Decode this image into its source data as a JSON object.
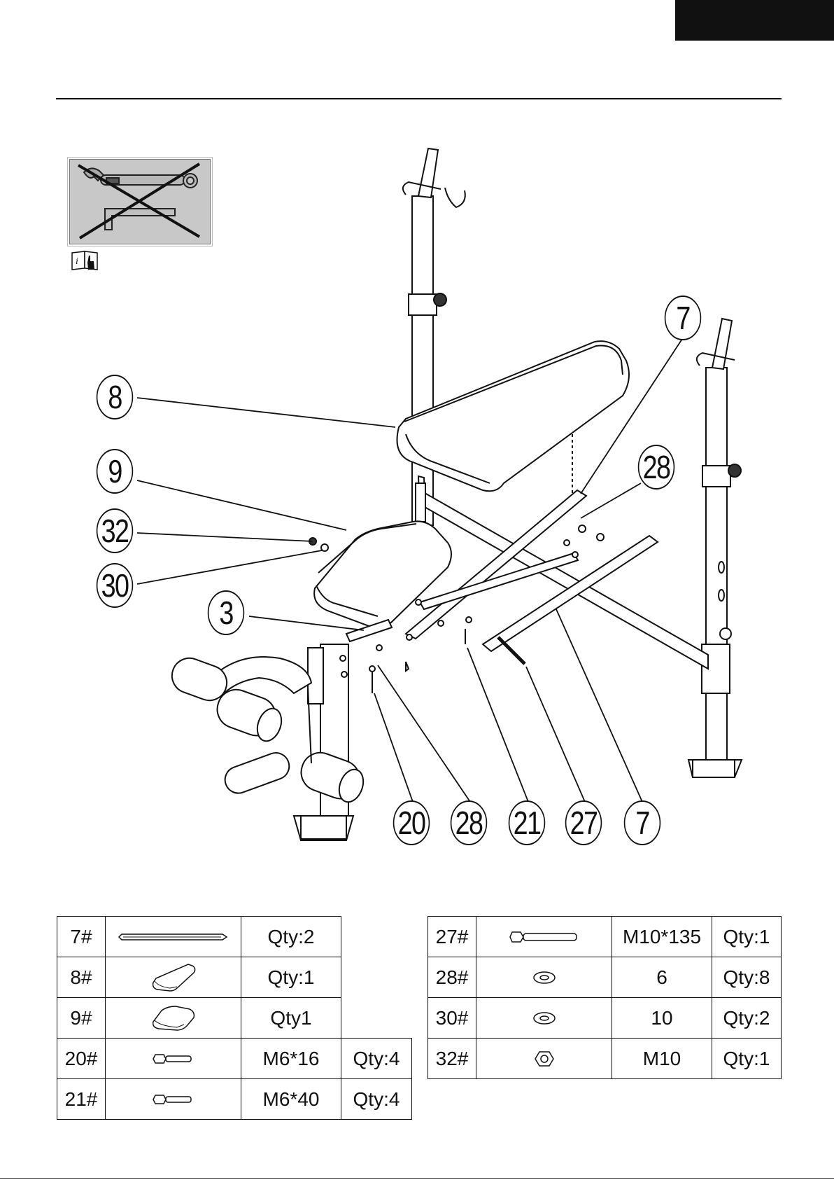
{
  "callouts": [
    {
      "label": "7"
    },
    {
      "label": "8"
    },
    {
      "label": "28"
    },
    {
      "label": "9"
    },
    {
      "label": "32"
    },
    {
      "label": "30"
    },
    {
      "label": "3"
    },
    {
      "label": "20"
    },
    {
      "label": "28"
    },
    {
      "label": "21"
    },
    {
      "label": "27"
    },
    {
      "label": "7"
    }
  ],
  "parts_left": [
    {
      "num": "7#",
      "icon": "bar-icon",
      "size": "",
      "qty": "Qty:2"
    },
    {
      "num": "8#",
      "icon": "backrest-pad-icon",
      "size": "",
      "qty": "Qty:1"
    },
    {
      "num": "9#",
      "icon": "seat-pad-icon",
      "size": "",
      "qty": "Qty1"
    },
    {
      "num": "20#",
      "icon": "bolt-icon",
      "size": "M6*16",
      "qty": "Qty:4"
    },
    {
      "num": "21#",
      "icon": "bolt-icon",
      "size": "M6*40",
      "qty": "Qty:4"
    }
  ],
  "parts_right": [
    {
      "num": "27#",
      "icon": "long-bolt-icon",
      "size": "M10*135",
      "qty": "Qty:1"
    },
    {
      "num": "28#",
      "icon": "washer-icon",
      "size": "6",
      "qty": "Qty:8"
    },
    {
      "num": "30#",
      "icon": "washer-icon",
      "size": "10",
      "qty": "Qty:2"
    },
    {
      "num": "32#",
      "icon": "nut-icon",
      "size": "M10",
      "qty": "Qty:1"
    }
  ]
}
